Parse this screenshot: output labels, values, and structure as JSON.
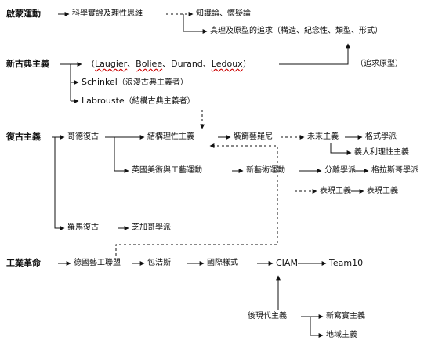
{
  "nodes": {
    "qimeng": "啟蒙運動",
    "kexue": "科學實證及理性思維",
    "zhishi": "知識論、懷疑論",
    "zhenli": "真理及原型的追求（構造、紀念性、類型、形式）",
    "xingudian": "新古典主義",
    "names_open": "（",
    "laugier": "Laugier",
    "sep1": "、",
    "boullee": "Boliee",
    "sep2": "、",
    "durand": "Durand",
    "sep3": "、",
    "ledoux": "Ledoux",
    "names_close": "）",
    "zhuiqiu": "（追求原型）",
    "schinkel": "Schinkel",
    "schinkel_note": "（浪漫古典主義者）",
    "labrouste": "Labrouste",
    "labrouste_note": "（結構古典主義者）",
    "fugu": "復古主義",
    "gede": "哥德復古",
    "jiegou": "結構理性主義",
    "zhuangshi": "裝飾藝羅尼",
    "weilai": "未來主義",
    "gestyle": "格式學派",
    "yidali": "義大利理性主義",
    "yingguo": "英國美術與工藝運動",
    "xinyishu": "新藝術運動",
    "fenli": "分離學派",
    "gela": "格拉斯哥學派",
    "ganghe": "表現主義",
    "biaoxian": "表現主義",
    "luoma": "羅馬復古",
    "zhijiage": "芝加哥學派",
    "gongye": "工業革命",
    "deguo": "德國藝工聯盟",
    "baohaus": "包浩斯",
    "guoji": "國際樣式",
    "ciam": "CIAM",
    "team10": "Team10",
    "houxiandai": "後現代主義",
    "xinxieshi": "新寫實主義",
    "diyu": "地域主義"
  }
}
